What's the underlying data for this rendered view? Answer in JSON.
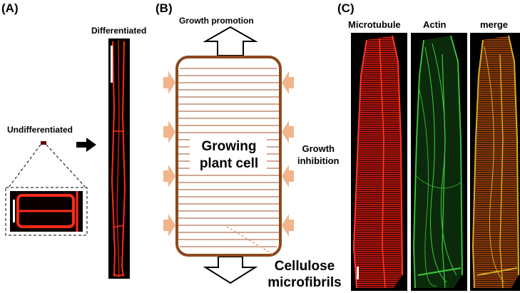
{
  "panels": {
    "a": {
      "label": "(A)",
      "undifferentiated_label": "Undifferentiated",
      "differentiated_label": "Differentiated"
    },
    "b": {
      "label": "(B)",
      "growth_promotion": "Growth promotion",
      "cell_text_line1": "Growing",
      "cell_text_line2": "plant cell",
      "growth_inhibition_line1": "Growth",
      "growth_inhibition_line2": "inhibition",
      "cellulose_line1": "Cellulose",
      "cellulose_line2": "microfibrils"
    },
    "c": {
      "label": "(C)",
      "microtubule_label": "Microtubule",
      "actin_label": "Actin",
      "merge_label": "merge"
    }
  },
  "colors": {
    "cell_wall": "#8B4A1E",
    "microfibril": "#A0522D",
    "pressure_arrow": "#F2B48A",
    "micro_red": "#E8201A",
    "micro_green": "#2DB52D",
    "micro_merge": "#C8A020"
  }
}
